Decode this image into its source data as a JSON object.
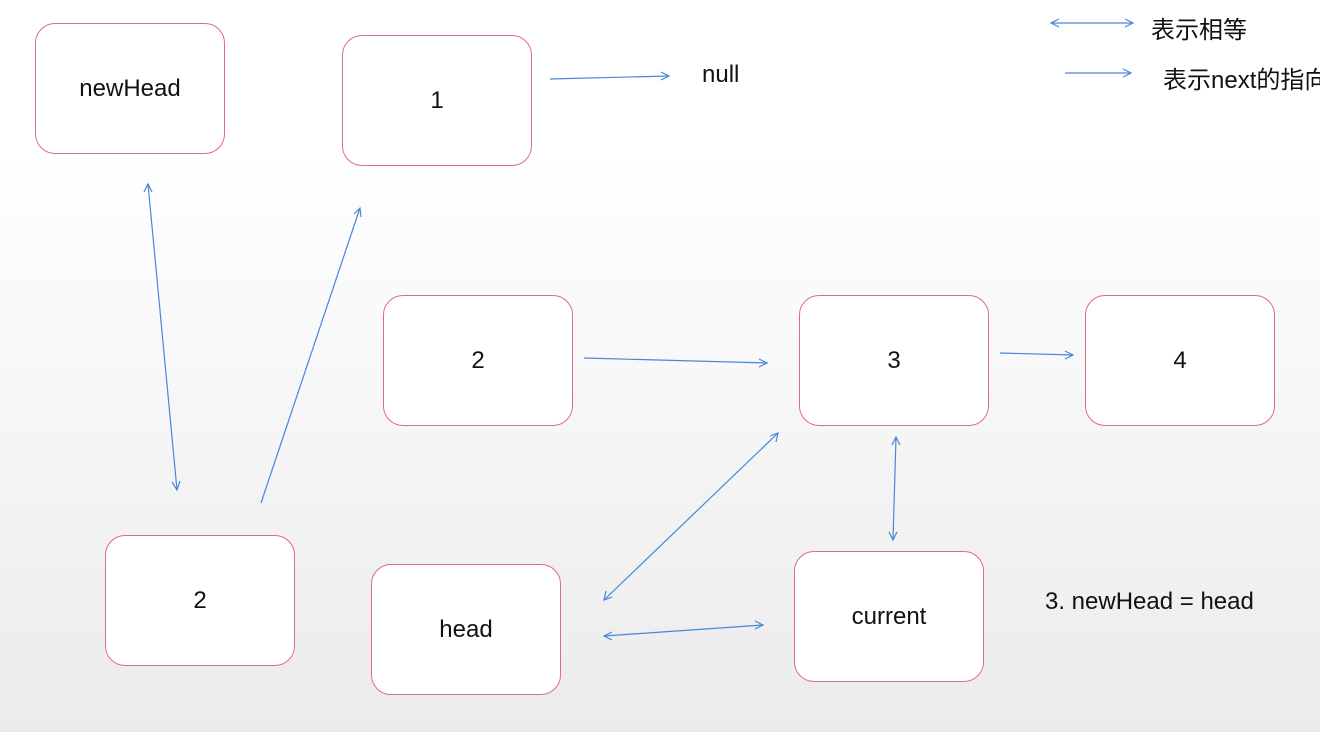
{
  "legend": {
    "equal_label": "表示相等",
    "next_label": "表示next的指向"
  },
  "nodes": {
    "newhead": "newHead",
    "one": "1",
    "two_middle": "2",
    "three": "3",
    "four": "4",
    "two_bottom": "2",
    "head": "head",
    "current": "current"
  },
  "null_label": "null",
  "step_note": "3. newHead = head",
  "colors": {
    "node_border": "#e06c7e",
    "arrow": "#4a86d8"
  }
}
